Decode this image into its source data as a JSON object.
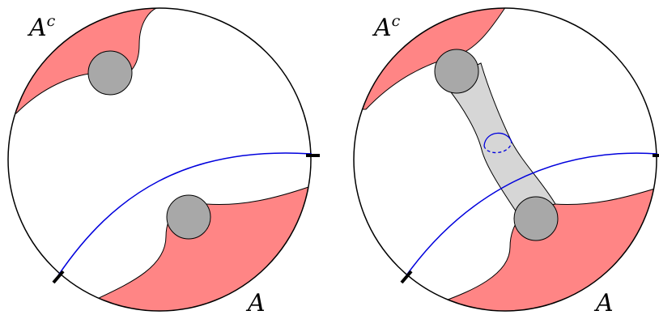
{
  "panels": [
    {
      "label_complement": "A",
      "label_complement_sup": "c",
      "label_region": "A"
    },
    {
      "label_complement": "A",
      "label_complement_sup": "c",
      "label_region": "A"
    }
  ],
  "colors": {
    "region_fill": "#ff8585",
    "disk_fill": "#a8a8a8",
    "tube_fill": "#d6d6d6",
    "geodesic": "#0000dd",
    "outline": "#000000"
  }
}
